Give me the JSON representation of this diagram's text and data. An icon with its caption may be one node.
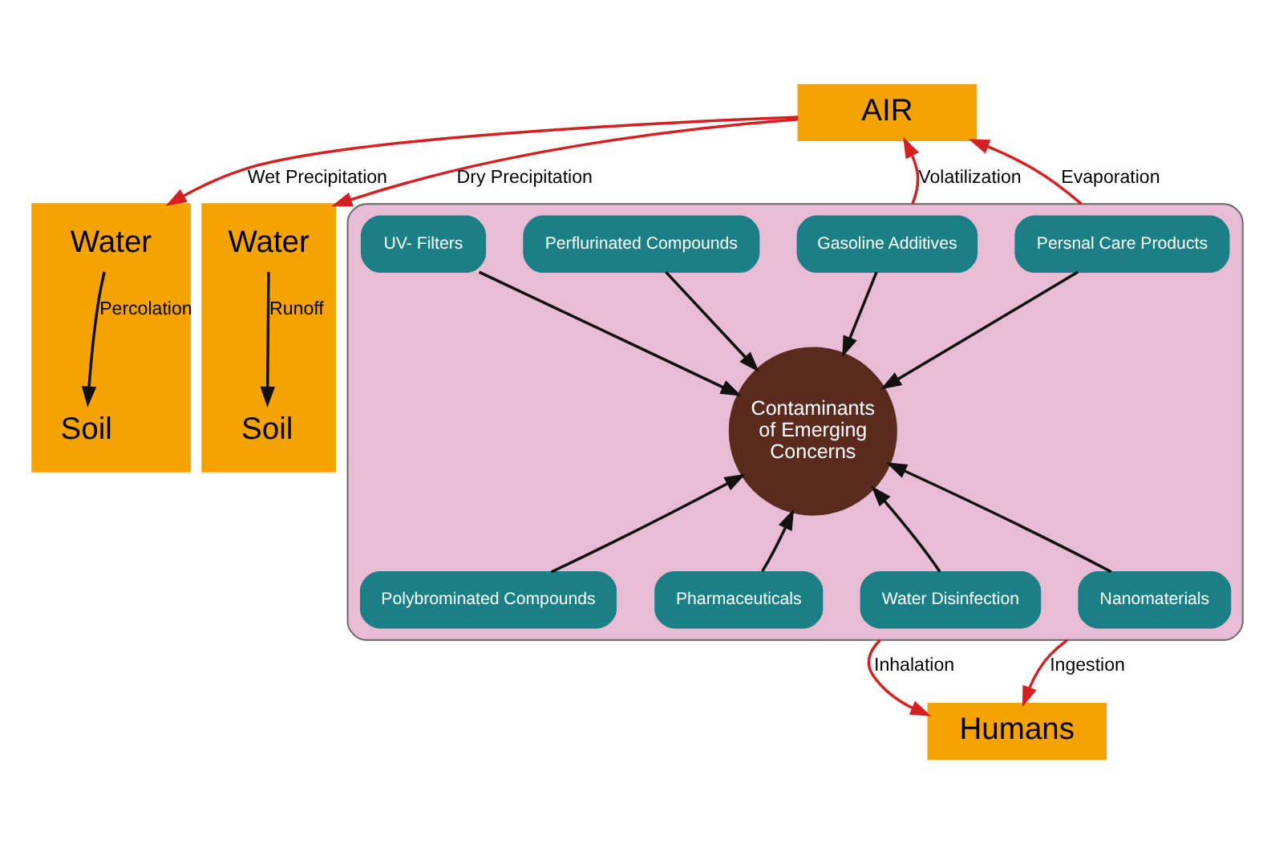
{
  "diagram": {
    "nodes": [
      {
        "text": [
          "AIR"
        ]
      },
      {
        "text": [],
        "shape": "box"
      },
      {
        "text": [
          "Water"
        ],
        "in": 1
      },
      {
        "text": [
          "Soil"
        ],
        "in": 1
      },
      {
        "text": [],
        "shape": "box"
      },
      {
        "text": [
          "Water"
        ],
        "in": 4
      },
      {
        "text": [
          "Soil"
        ],
        "in": 4
      },
      {
        "text": [],
        "shape": "ellipse"
      },
      {
        "text": [
          "Gasoline Additives"
        ],
        "in": 7
      },
      {
        "text": [
          "Persnal Care Products"
        ],
        "in": 7
      },
      {
        "text": [
          "Perflurinated Compounds"
        ],
        "in": 7
      },
      {
        "text": [
          "Contaminants of Emerging Concerns"
        ],
        "in": 7
      },
      {
        "text": [
          "UV- Filters"
        ],
        "in": 7
      },
      {
        "text": [
          "Polybrominated Compounds"
        ],
        "in": 7
      },
      {
        "text": [
          "Pharmaceuticals"
        ],
        "in": 7
      },
      {
        "text": [
          "Water Disinfection"
        ],
        "in": 7
      },
      {
        "text": [
          "Nanomaterials"
        ],
        "in": 7
      },
      {
        "text": [
          "Humans"
        ]
      }
    ],
    "edges": [
      {
        "from": 0,
        "to": 1,
        "arrow": "to",
        "label": "Wet Precipitation",
        "color": "#d42020"
      },
      {
        "from": 7,
        "to": 0,
        "arrow": "to",
        "label": "Volatilization",
        "color": "#d42020"
      },
      {
        "from": 7,
        "to": 0,
        "arrow": "to",
        "label": "Evaporation",
        "color": "#d42020"
      },
      {
        "from": 0,
        "to": 4,
        "arrow": "to",
        "label": "Dry Precipitation",
        "color": "#d42020"
      },
      {
        "from": 2,
        "to": 3,
        "arrow": "to",
        "label": "Percolation"
      },
      {
        "from": 5,
        "to": 6,
        "arrow": "to",
        "label": "Runoff"
      },
      {
        "from": 8,
        "to": 11,
        "arrow": "to"
      },
      {
        "from": 9,
        "to": 11,
        "arrow": "to"
      },
      {
        "from": 10,
        "to": 11,
        "arrow": "to"
      },
      {
        "from": 12,
        "to": 11,
        "arrow": "to"
      },
      {
        "from": 13,
        "to": 11,
        "arrow": "to"
      },
      {
        "from": 14,
        "to": 11,
        "arrow": "to"
      },
      {
        "from": 15,
        "to": 11,
        "arrow": "to"
      },
      {
        "from": 16,
        "to": 11,
        "arrow": "to"
      },
      {
        "from": 7,
        "to": 17,
        "arrow": "to",
        "label": "Inhalation",
        "color": "#d42020"
      },
      {
        "from": 7,
        "to": 17,
        "arrow": "to",
        "label": "Ingestion",
        "color": "#d42020"
      }
    ]
  }
}
